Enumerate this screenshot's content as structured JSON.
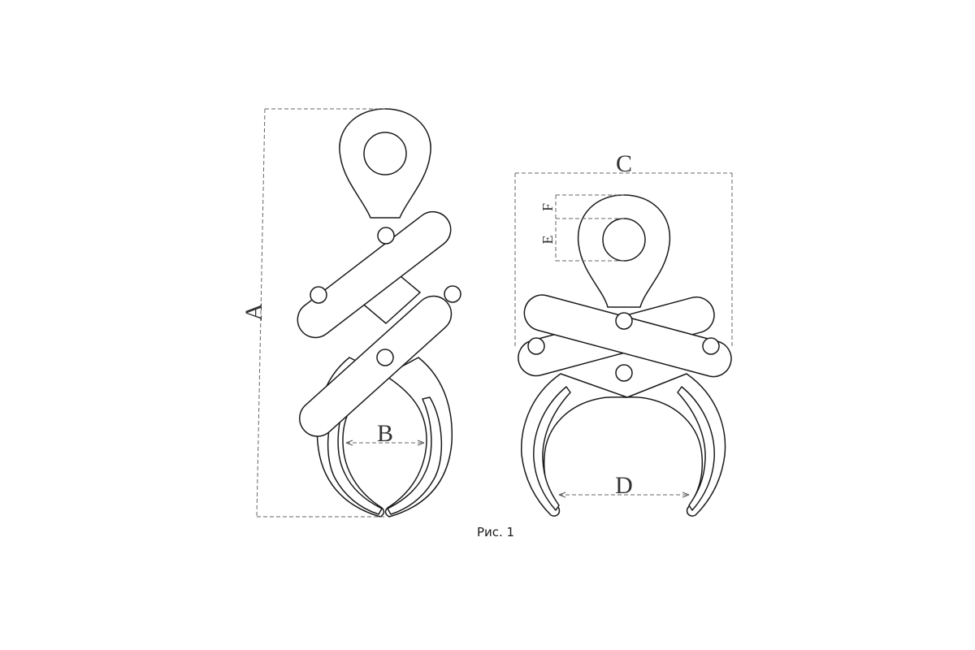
{
  "figure": {
    "caption": "Рис. 1",
    "dimensions": {
      "a": "A",
      "b": "B",
      "c": "C",
      "d": "D",
      "e": "E",
      "f": "F"
    }
  },
  "colors": {
    "line": "#1a1a1a",
    "dimension_line": "#666666",
    "background": "#ffffff"
  }
}
